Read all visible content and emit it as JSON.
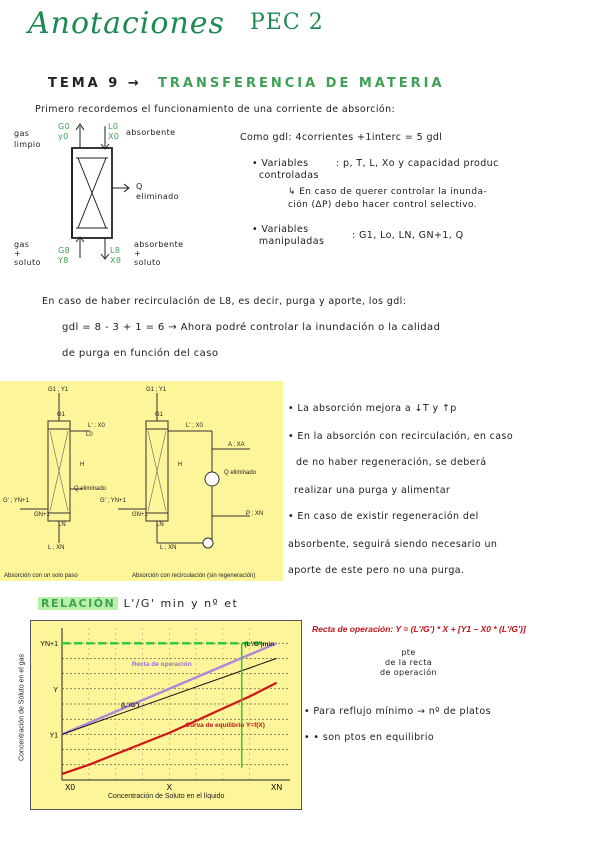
{
  "header": {
    "title": "Anotaciones",
    "subtitle": "PEC 2"
  },
  "tema": {
    "prefix": "TEMA 9 →",
    "name": "TRANSFERENCIA DE MATERIA"
  },
  "intro": "Primero recordemos el funcionamiento de una corriente de absorción:",
  "column_labels": {
    "gas_limpio": "gas\nlimpio",
    "g0": "G0",
    "y0": "y0",
    "l0": "L0",
    "x0": "X0",
    "absorbente": "absorbente",
    "q": "Q",
    "eliminado": "eliminado",
    "gas_soluto": "gas\n+\nsoluto",
    "g8": "G8",
    "y8": "Y8",
    "l8": "L8",
    "x8": "X8",
    "absorbente_soluto": "absorbente\n+\nsoluto"
  },
  "notes": {
    "gdl": "Como gdl: 4corrientes +1interc = 5 gdl",
    "variables_controladas_label": "• Variables\n  controladas",
    "variables_controladas": ": p, T, L, Xo y capacidad produc",
    "nota_inundacion": "↳ En caso de querer controlar la inunda-\nción (ΔP) debo hacer control selectivo.",
    "variables_manipuladas_label": "• Variables\n  manipuladas",
    "variables_manipuladas": ": G1, Lo, LN, GN+1, Q",
    "recirculacion": "En caso de haber recirculación de L8, es decir, purga y aporte, los gdl:",
    "gdl_formula": "gdl = 8 - 3 + 1 = 6  →  Ahora podré controlar la inundación o la calidad",
    "gdl_formula2": "de purga en función del caso"
  },
  "diagram": {
    "left_caption": "Absorción con un solo paso",
    "right_caption": "Absorción con recirculación (sin regeneración)",
    "labels": {
      "g1y1": "G1 ; Y1",
      "g1": "G1",
      "l0x0": "L' ; X0",
      "l0": "L0",
      "h": "H",
      "q": "Q eliminado",
      "g2": "G' ; YN+1",
      "gn1": "GN+1",
      "ln": "LN",
      "lnxn": "L ; XN",
      "axa": "A ; XA",
      "qelim": "Q eliminado",
      "pxn": "P ; XN",
      "lx": "L ; XN"
    }
  },
  "bullets": [
    "• La absorción mejora a ↓T y ↑p",
    "• En la absorción con recirculación, en caso",
    "de no haber regeneración, se deberá",
    "realizar una purga y alimentar",
    "• En caso de existir regeneración del",
    "absorbente, seguirá siendo necesario un",
    "aporte de este pero no una purga."
  ],
  "relacion": {
    "label": "RELACIÓN",
    "ratio": "L'/G' min",
    "tail": "y nº et"
  },
  "operacion": {
    "formula": "Recta de operación: Y = (L'/G') * X + [Y1 – X0 * (L'/G')]",
    "pte": "pte\nde la recta\nde operación"
  },
  "side_bullets": [
    "• Para reflujo mínimo → nº de platos",
    "• • son ptos en equilibrio"
  ],
  "chart_data": {
    "type": "line",
    "xlabel": "Concentración de Soluto en el líquido",
    "ylabel": "Concentración de Soluto en el gas",
    "x_ticks": [
      "X0",
      "X",
      "XN"
    ],
    "y_ticks": [
      "YN+1",
      "Y",
      "Y1"
    ],
    "series": [
      {
        "name": "Curva de equilibrio Y=f(X)",
        "color": "#d01515",
        "x": [
          0,
          1,
          2,
          3,
          4,
          5,
          6,
          7,
          8
        ],
        "y": [
          0.4,
          1.0,
          1.7,
          2.4,
          3.1,
          3.9,
          4.7,
          5.5,
          6.4
        ]
      },
      {
        "name": "Recta de operación",
        "color": "#b08ad8",
        "x": [
          0,
          8
        ],
        "y": [
          3.0,
          9.0
        ]
      },
      {
        "name": "(L'/G')min",
        "color": "#111111",
        "x": [
          0,
          8
        ],
        "y": [
          3.0,
          8.0
        ]
      }
    ],
    "annotations": [
      "Recta de operación",
      "Curva de equilibrio Y=f(X)",
      "(L'/G')",
      "(L'/G')min"
    ],
    "xlim": [
      0,
      8.5
    ],
    "ylim": [
      0,
      10
    ],
    "grid": true
  }
}
